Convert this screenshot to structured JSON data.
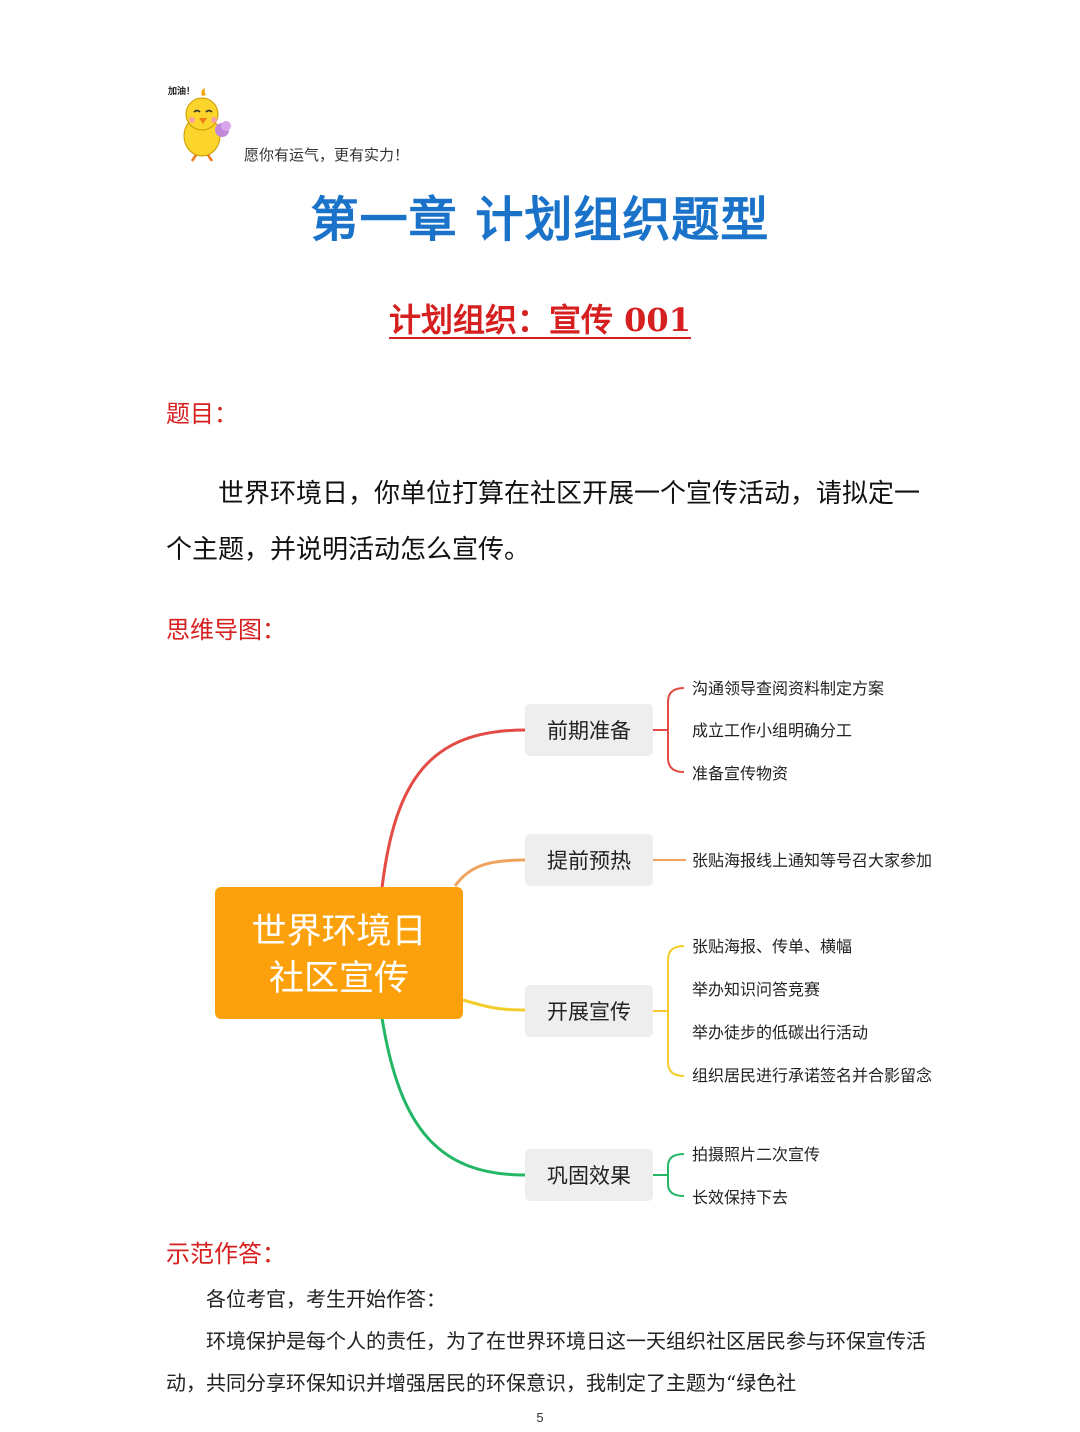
{
  "header": {
    "mascot_text": "加油！",
    "motto": "愿你有运气，更有实力！"
  },
  "chapter_title": "第一章 计划组织题型",
  "subtitle": "计划组织：宣传 001",
  "question": {
    "heading": "题目：",
    "text": "世界环境日，你单位打算在社区开展一个宣传活动，请拟定一个主题，并说明活动怎么宣传。"
  },
  "mindmap": {
    "heading": "思维导图：",
    "center_line1": "世界环境日",
    "center_line2": "社区宣传",
    "colors": {
      "center": "#fca10b",
      "branch1": "#e34b45",
      "branch2": "#f0a35e",
      "branch3": "#f2cd2a",
      "branch4": "#23b765"
    },
    "branches": [
      {
        "label": "前期准备",
        "items": [
          "沟通领导查阅资料制定方案",
          "成立工作小组明确分工",
          "准备宣传物资"
        ]
      },
      {
        "label": "提前预热",
        "items": [
          "张贴海报线上通知等号召大家参加"
        ]
      },
      {
        "label": "开展宣传",
        "items": [
          "张贴海报、传单、横幅",
          "举办知识问答竞赛",
          "举办徒步的低碳出行活动",
          "组织居民进行承诺签名并合影留念"
        ]
      },
      {
        "label": "巩固效果",
        "items": [
          "拍摄照片二次宣传",
          "长效保持下去"
        ]
      }
    ]
  },
  "answer": {
    "heading": "示范作答：",
    "para1": "各位考官，考生开始作答：",
    "para2": "环境保护是每个人的责任，为了在世界环境日这一天组织社区居民参与环保宣传活动，共同分享环保知识并增强居民的环保意识，我制定了主题为“绿色社"
  },
  "page_number": "5"
}
